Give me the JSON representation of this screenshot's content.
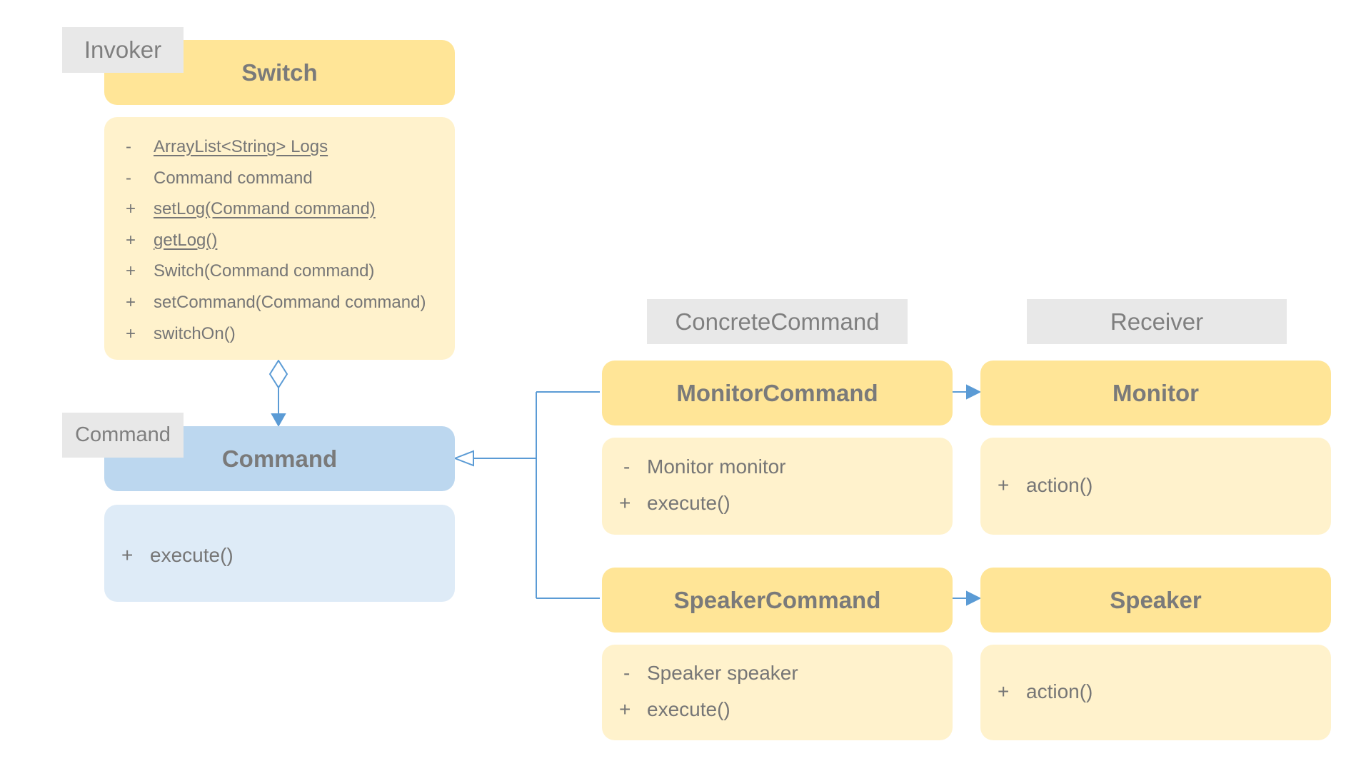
{
  "classes": {
    "switch": {
      "name": "Switch",
      "stereotype": "Invoker",
      "members": [
        {
          "vis": "-",
          "text": "ArrayList<String>  Logs",
          "static": true
        },
        {
          "vis": "-",
          "text": "Command  command",
          "static": false
        },
        {
          "vis": "+",
          "text": "setLog(Command  command)",
          "static": true
        },
        {
          "vis": "+",
          "text": "getLog()",
          "static": true
        },
        {
          "vis": "+",
          "text": "Switch(Command  command)",
          "static": false
        },
        {
          "vis": "+",
          "text": "setCommand(Command  command)",
          "static": false
        },
        {
          "vis": "+",
          "text": "switchOn()",
          "static": false
        }
      ]
    },
    "command": {
      "name": "Command",
      "stereotype": "Command",
      "members": [
        {
          "vis": "+",
          "text": "execute()",
          "static": false
        }
      ]
    },
    "monitor_command": {
      "name": "MonitorCommand",
      "stereotype": "ConcreteCommand",
      "members": [
        {
          "vis": "-",
          "text": "Monitor  monitor",
          "static": false
        },
        {
          "vis": "+",
          "text": "execute()",
          "static": false
        }
      ]
    },
    "speaker_command": {
      "name": "SpeakerCommand",
      "members": [
        {
          "vis": "-",
          "text": "Speaker  speaker",
          "static": false
        },
        {
          "vis": "+",
          "text": "execute()",
          "static": false
        }
      ]
    },
    "monitor": {
      "name": "Monitor",
      "stereotype": "Receiver",
      "members": [
        {
          "vis": "+",
          "text": "action()",
          "static": false
        }
      ]
    },
    "speaker": {
      "name": "Speaker",
      "members": [
        {
          "vis": "+",
          "text": "action()",
          "static": false
        }
      ]
    }
  },
  "relations": [
    {
      "type": "aggregation",
      "from": "switch",
      "to": "command"
    },
    {
      "type": "realization",
      "from": "monitor_command",
      "to": "command"
    },
    {
      "type": "realization",
      "from": "speaker_command",
      "to": "command"
    },
    {
      "type": "association",
      "from": "monitor_command",
      "to": "monitor"
    },
    {
      "type": "association",
      "from": "speaker_command",
      "to": "speaker"
    }
  ],
  "colors": {
    "class_header": "#ffe597",
    "class_body": "#fff2cc",
    "interface_header": "#bcd7ef",
    "interface_body": "#deebf7",
    "stereotype_bg": "#e8e8e8",
    "connector": "#5b9bd5",
    "text": "#767676"
  }
}
